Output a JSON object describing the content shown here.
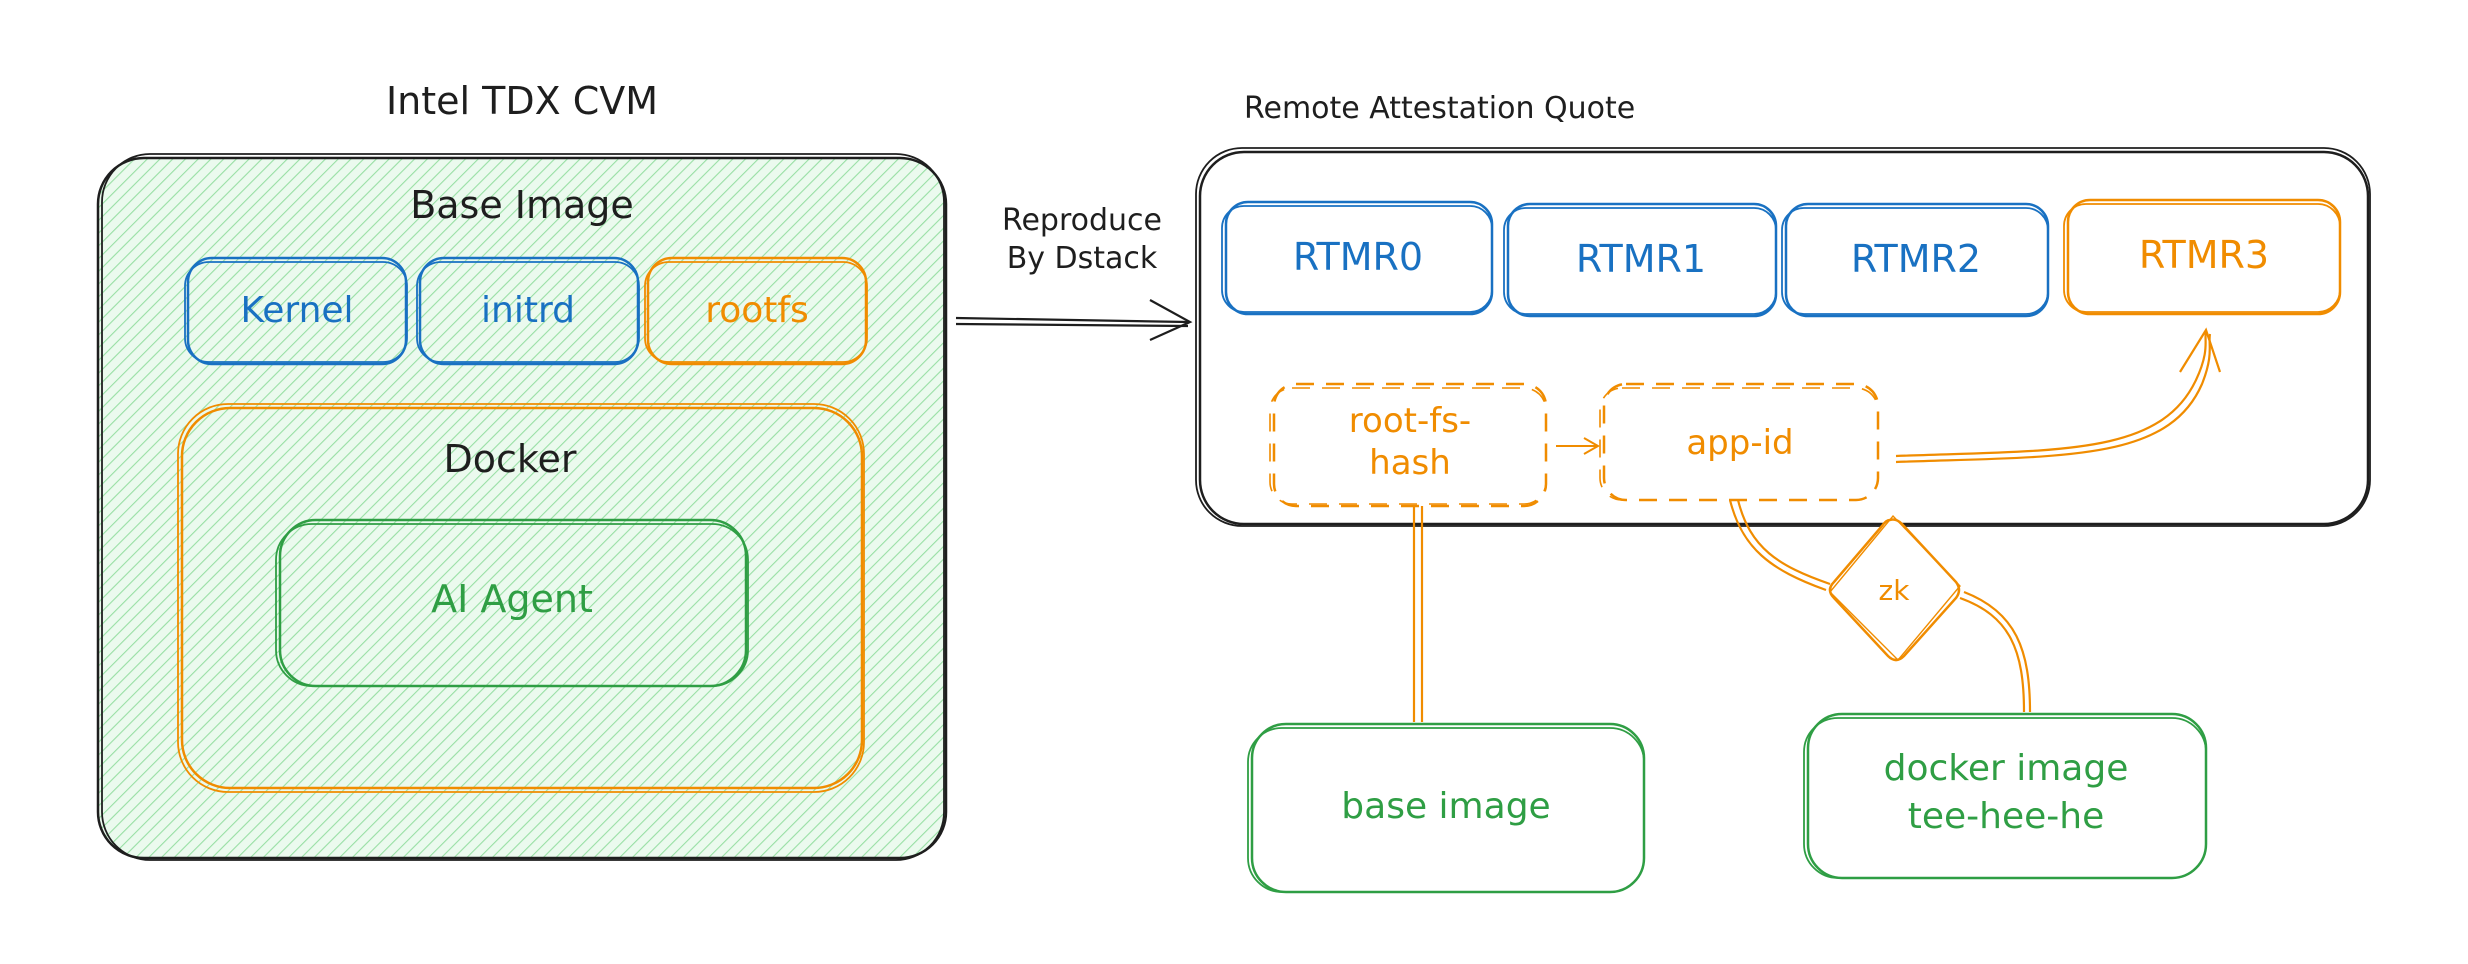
{
  "colors": {
    "stroke_dark": "#1e1e1e",
    "blue": "#1971c2",
    "orange": "#f08c00",
    "green": "#2f9e44",
    "hatch_green": "#b2f2bb"
  },
  "left_panel": {
    "title": "Intel TDX CVM",
    "base_image_label": "Base Image",
    "components": {
      "kernel": "Kernel",
      "initrd": "initrd",
      "rootfs": "rootfs"
    },
    "docker_label": "Docker",
    "agent_label": "AI Agent"
  },
  "arrow": {
    "line1": "Reproduce",
    "line2": "By Dstack"
  },
  "right_panel": {
    "title": "Remote Attestation Quote",
    "registers": [
      "RTMR0",
      "RTMR1",
      "RTMR2",
      "RTMR3"
    ],
    "root_fs_hash": {
      "line1": "root-fs-",
      "line2": "hash"
    },
    "app_id": "app-id",
    "zk": "zk"
  },
  "sources": {
    "base_image": "base image",
    "docker_image": {
      "line1": "docker image",
      "line2": "tee-hee-he"
    }
  }
}
